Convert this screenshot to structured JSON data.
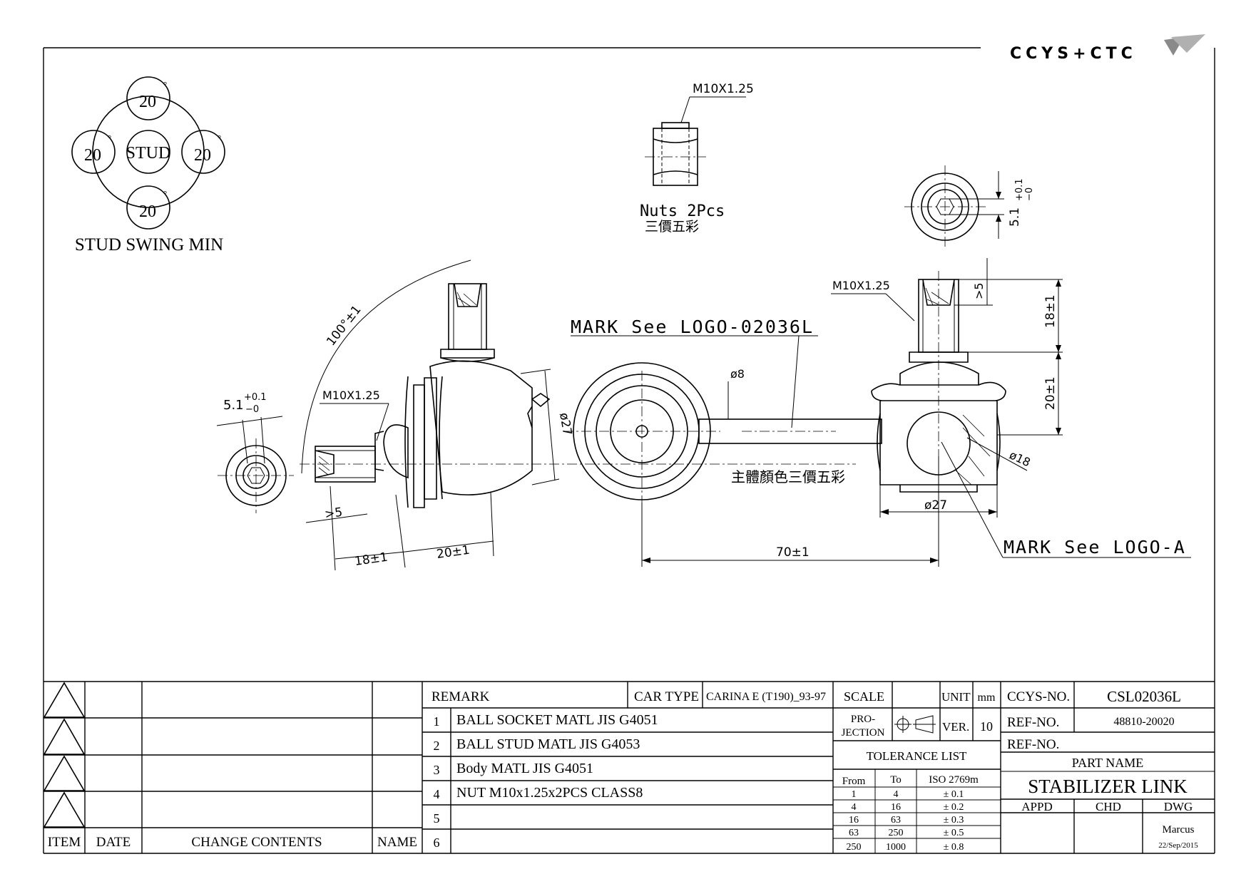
{
  "logo": {
    "wordmark": "CCYS+CTC"
  },
  "stud_swing": {
    "caption": "STUD SWING MIN",
    "center_label": "STUD",
    "angles": [
      "20",
      "20",
      "20",
      "20"
    ],
    "degree_symbol": "°"
  },
  "nuts": {
    "thread": "M10X1.25",
    "label": "Nuts 2Pcs",
    "color_note": "三價五彩"
  },
  "dimensions": {
    "angle_100": "100°±1",
    "hex_top": "5.1",
    "hex_tol_plus": "+0.1",
    "hex_tol_minus": "−0",
    "thread_left": "M10X1.25",
    "thread_right": "M10X1.25",
    "gt5_left": ">5",
    "gt5_right": ">5",
    "len_18_left": "18±1",
    "len_20_left": "20±1",
    "len_18_right": "18±1",
    "len_20_right": "20±1",
    "dia_27_left": "ø27",
    "dia_27_bottom": "ø27",
    "dia_8": "ø8",
    "dia_18": "ø18",
    "len_70": "70±1"
  },
  "notes": {
    "mark_top": "MARK See LOGO-02036L",
    "mark_bottom": "MARK See LOGO-A",
    "body_color": "主體顏色三價五彩"
  },
  "revision_table": {
    "headers": [
      "ITEM",
      "DATE",
      "CHANGE CONTENTS",
      "NAME"
    ]
  },
  "remark": {
    "header": "REMARK",
    "car_type_label": "CAR TYPE",
    "car_type_value": "CARINA E (T190)_93-97",
    "items": [
      {
        "no": "1",
        "text": "BALL SOCKET MATL JIS G4051"
      },
      {
        "no": "2",
        "text": "BALL STUD MATL JIS G4053"
      },
      {
        "no": "3",
        "text": "Body MATL JIS G4051"
      },
      {
        "no": "4",
        "text": "NUT M10x1.25x2PCS CLASS8"
      },
      {
        "no": "5",
        "text": ""
      },
      {
        "no": "6",
        "text": ""
      }
    ]
  },
  "spec": {
    "scale_label": "SCALE",
    "scale_value": "",
    "unit_label": "UNIT",
    "unit_value": "mm",
    "projection_label_1": "PRO-",
    "projection_label_2": "JECTION",
    "ver_label": "VER.",
    "ver_value": "10",
    "tolerance_title": "TOLERANCE LIST",
    "tolerance_headers": [
      "From",
      "To",
      "ISO 2769m"
    ],
    "tolerance_rows": [
      [
        "1",
        "4",
        "± 0.1"
      ],
      [
        "4",
        "16",
        "± 0.2"
      ],
      [
        "16",
        "63",
        "± 0.3"
      ],
      [
        "63",
        "250",
        "± 0.5"
      ],
      [
        "250",
        "1000",
        "± 0.8"
      ]
    ]
  },
  "title_block": {
    "ccys_label": "CCYS-NO.",
    "ccys_value": "CSL02036L",
    "ref1_label": "REF-NO.",
    "ref1_value": "48810-20020",
    "ref2_label": "REF-NO.",
    "ref2_value": "",
    "part_name_label": "PART NAME",
    "part_name_value": "STABILIZER LINK",
    "appd_label": "APPD",
    "chd_label": "CHD",
    "dwg_label": "DWG",
    "dwg_name": "Marcus",
    "dwg_date": "22/Sep/2015"
  }
}
